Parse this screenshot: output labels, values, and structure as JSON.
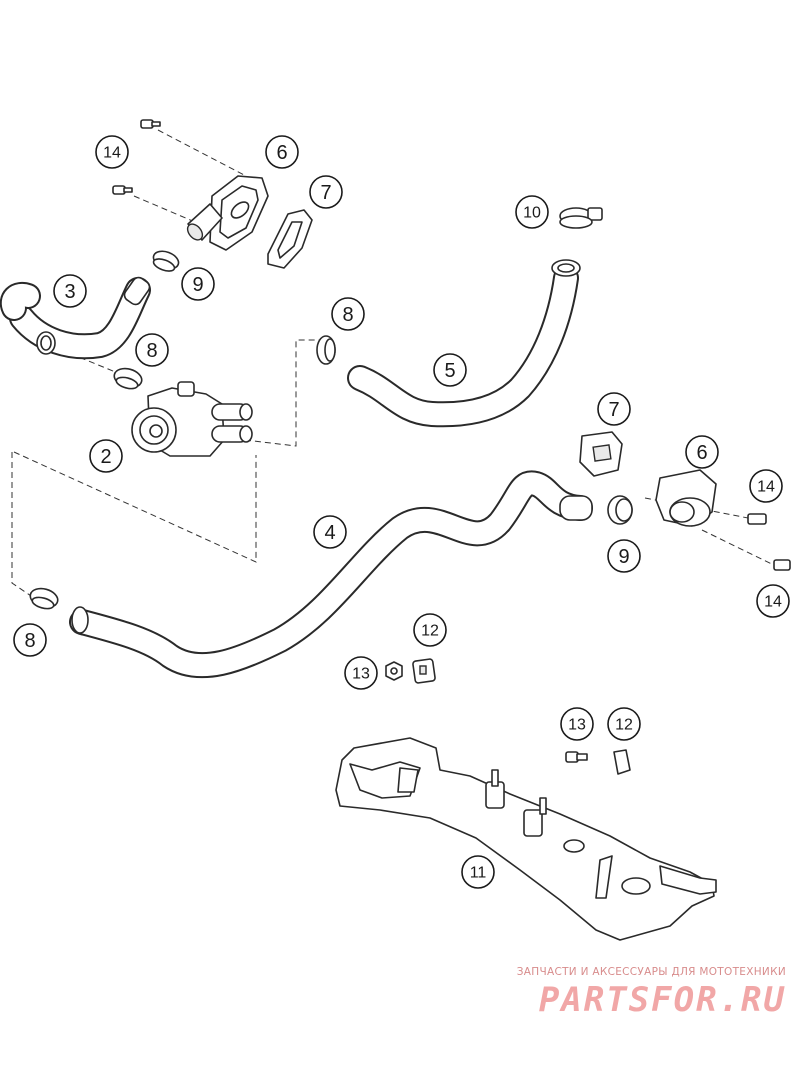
{
  "diagram": {
    "callouts": {
      "c14a": "14",
      "c6a": "6",
      "c7a": "7",
      "c3": "3",
      "c9a": "9",
      "c8a": "8",
      "c10": "10",
      "c8b": "8",
      "c5": "5",
      "c2": "2",
      "c7b": "7",
      "c6b": "6",
      "c14b": "14",
      "c4": "4",
      "c9b": "9",
      "c14c": "14",
      "c8c": "8",
      "c12a": "12",
      "c13a": "13",
      "c13b": "13",
      "c12b": "12",
      "c11": "11"
    }
  },
  "watermark": {
    "tagline": "ЗАПЧАСТИ И АКСЕССУАРЫ ДЛЯ МОТОТЕХНИКИ",
    "logo": "PARTSFOR.RU"
  }
}
